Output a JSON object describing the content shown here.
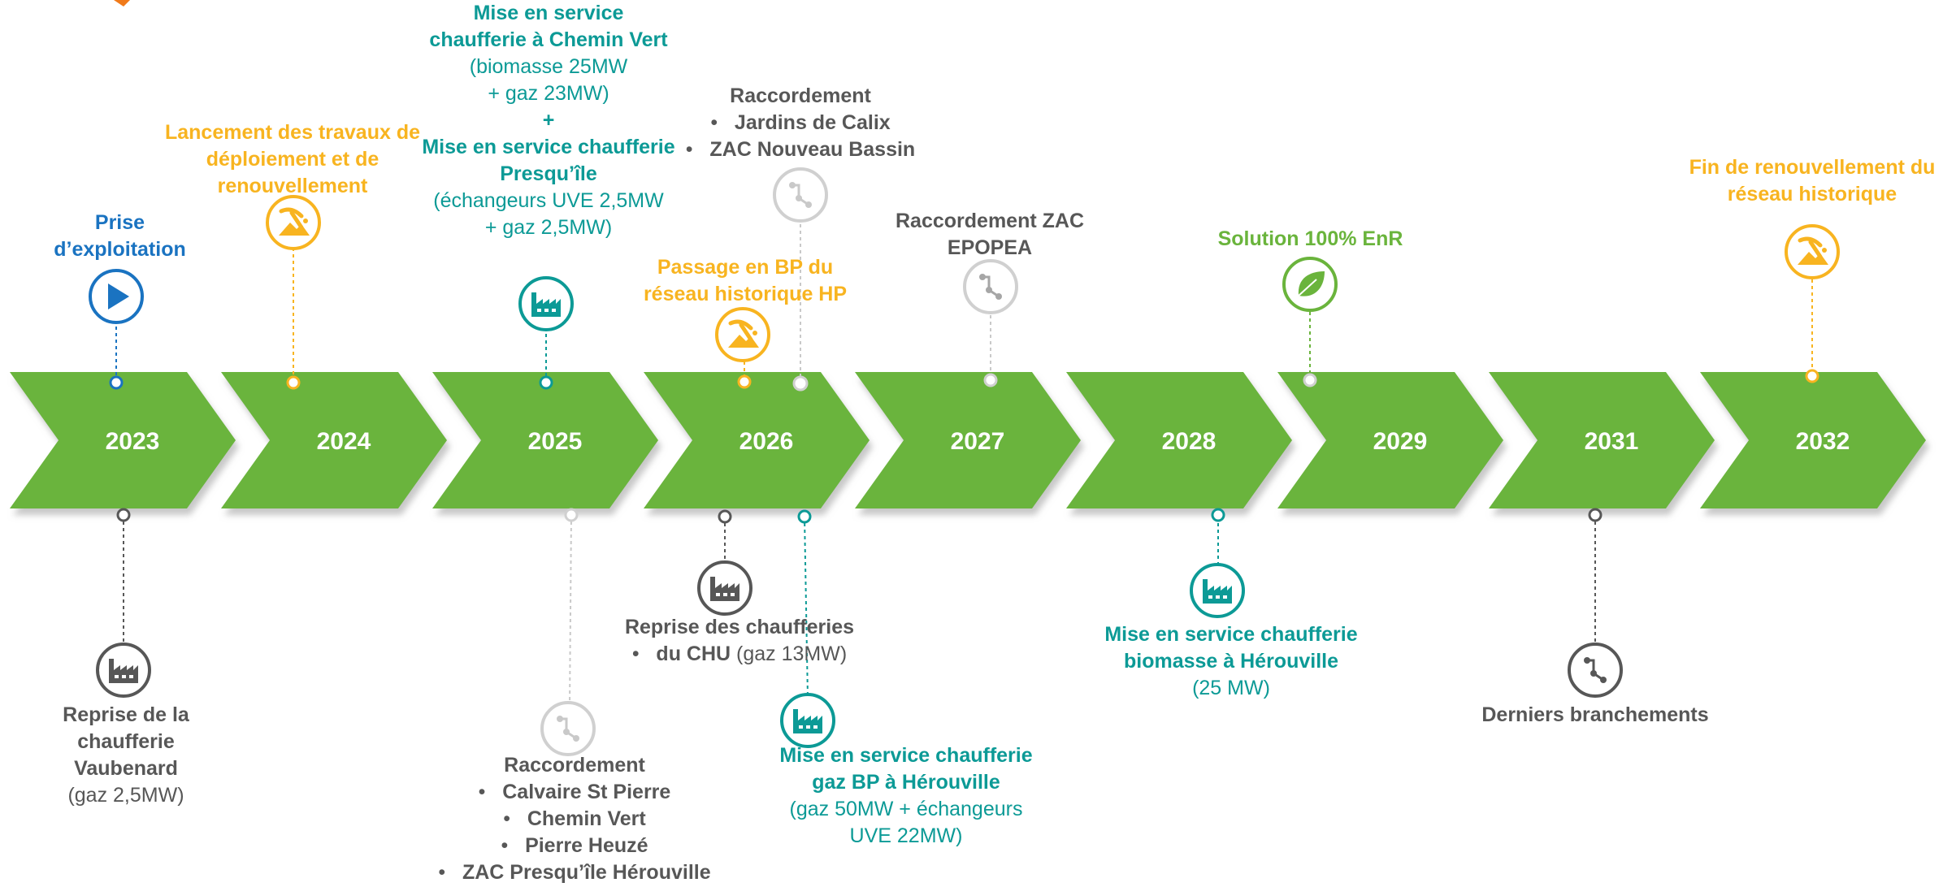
{
  "colors": {
    "arrow": "#6ab43c",
    "arrow_shadow": "#c8c8c8",
    "teal": "#0c9a96",
    "orange": "#f8b420",
    "blue": "#1a73c1",
    "gray": "#575757",
    "green": "#6ab43c",
    "light_gray": "#c9c9c9"
  },
  "years": [
    "2023",
    "2024",
    "2025",
    "2026",
    "2027",
    "2028",
    "2029",
    "2031",
    "2032"
  ],
  "milestones": {
    "m2023_top": {
      "icon": "play-icon",
      "title": "Prise d’exploitation"
    },
    "m2024_top": {
      "icon": "construction-icon",
      "title": "Lancement des travaux de déploiement et de renouvellement"
    },
    "m2025_top": {
      "icon": "factory-icon",
      "title1": "Mise en service chaufferie à Chemin Vert",
      "detail1a": "(biomasse 25MW",
      "detail1b": "+ gaz 23MW)",
      "plus": "+",
      "title2": "Mise en service chaufferie Presqu’île",
      "detail2a": "(échangeurs UVE 2,5MW",
      "detail2b": "+ gaz 2,5MW)"
    },
    "m2026_top_a": {
      "icon": "construction-icon",
      "title": "Passage en BP du réseau historique HP"
    },
    "m2026_top_b": {
      "icon": "connection-icon",
      "title": "Raccordement",
      "items": [
        "Jardins de Calix",
        "ZAC Nouveau Bassin"
      ]
    },
    "m2027_top": {
      "icon": "connection-icon",
      "title": "Raccordement ZAC EPOPEA"
    },
    "m2029_top": {
      "icon": "leaf-icon",
      "title": "Solution 100% EnR"
    },
    "m2032_top": {
      "icon": "construction-icon",
      "title": "Fin de renouvellement du réseau historique"
    },
    "m2023_bottom": {
      "icon": "factory-icon",
      "title": "Reprise de la chaufferie Vaubenard",
      "detail": "(gaz 2,5MW)"
    },
    "m2025_bottom": {
      "icon": "connection-icon",
      "title": "Raccordement",
      "items": [
        "Calvaire St Pierre",
        "Chemin Vert",
        "Pierre Heuzé",
        "ZAC Presqu’île Hérouville"
      ]
    },
    "m2026_bottom_a": {
      "icon": "factory-icon",
      "title": "Reprise des chaufferies",
      "item_bold": "du CHU",
      "item_detail": " (gaz 13MW)"
    },
    "m2026_bottom_b": {
      "icon": "factory-icon",
      "title": "Mise en service chaufferie gaz BP à Hérouville",
      "detail_a": "(gaz 50MW + échangeurs",
      "detail_b": "UVE 22MW)"
    },
    "m2028_bottom": {
      "icon": "factory-icon",
      "title": "Mise en service chaufferie biomasse à Hérouville",
      "detail": "(25 MW)"
    },
    "m2031_bottom": {
      "icon": "connection-icon",
      "title": "Derniers branchements"
    }
  }
}
